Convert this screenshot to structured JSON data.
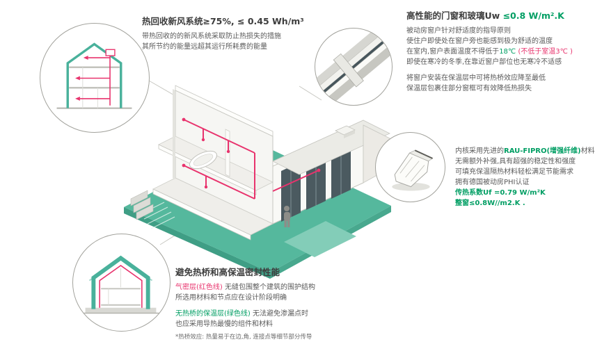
{
  "colors": {
    "teal_ground": "#55b89d",
    "accent_green": "#009e63",
    "accent_pink": "#e8336d",
    "line_gray": "#c8c8c2"
  },
  "callouts": {
    "ventilation": {
      "title": "热回收新风系统≥75%, ≤ 0.45 Wh/m³",
      "lines": [
        "带热回收的的新风系统采取防止热损失的措施",
        "其所节约的能量远超其运行所耗费的能量"
      ],
      "icon": "heat-recovery-house-section"
    },
    "windows": {
      "title_black": "高性能的门窗和玻璃Uw ",
      "title_green": "≤0.8 W/m².K",
      "line1": "被动房窗户针对舒适度的指导原则",
      "line2": "使住户即使处在窗户旁也能感到极为舒适的温度",
      "line3_pre": "在室内,窗户表面温度不得低于",
      "line3_green": "18℃",
      "line3_red": " (不低于室温3℃ )",
      "line4": "即使在寒冷的冬季,在靠近窗户部位也无寒冷不适感",
      "line5": "将窗户安装在保温层中可将热桥效应降至最低",
      "line6": "保温层包裹住部分窗框可有效降低热损失",
      "icon": "window-corner-section"
    },
    "profile": {
      "line1_pre": "内核采用先进的",
      "line1_green": "RAU-FIPRO(增强纤维)",
      "line1_post": "材料",
      "line2": "无需额外补强,具有超强的稳定性和强度",
      "line3": "可填充保温隔热材料轻松满足节能需求",
      "line4": "拥有德国被动房PHI认证",
      "line5": "传热系数Uf =0.79 W/m²K",
      "line6": "整窗≤0.8W//m2.K .",
      "icon": "window-profile-crosscut"
    },
    "insulation": {
      "title": "避免热桥和高保温密封性能",
      "p1_red": "气密层(红色线)",
      "p1_rest": " 无缝包围整个建筑的围护结构",
      "p1_line2": "所选用材料和节点应在设计阶段明确",
      "p2_green": "无热桥的保温层(绿色线)",
      "p2_rest": " 无法避免渗漏点时",
      "p2_line2": "也应采用导热最慢的组件和材料",
      "footnote": "*热桥效应: 热量易于在边,角, 连接点等细节部分传导",
      "icon": "insulated-house-section"
    }
  },
  "illustration": {
    "subject": "passive-house-isometric-cutaway",
    "elements": [
      "teal-ground-platform",
      "two-story-cutaway",
      "glass-wing",
      "red-ventilation-ducts",
      "bathtub",
      "person-figure",
      "garden-stairs"
    ]
  }
}
